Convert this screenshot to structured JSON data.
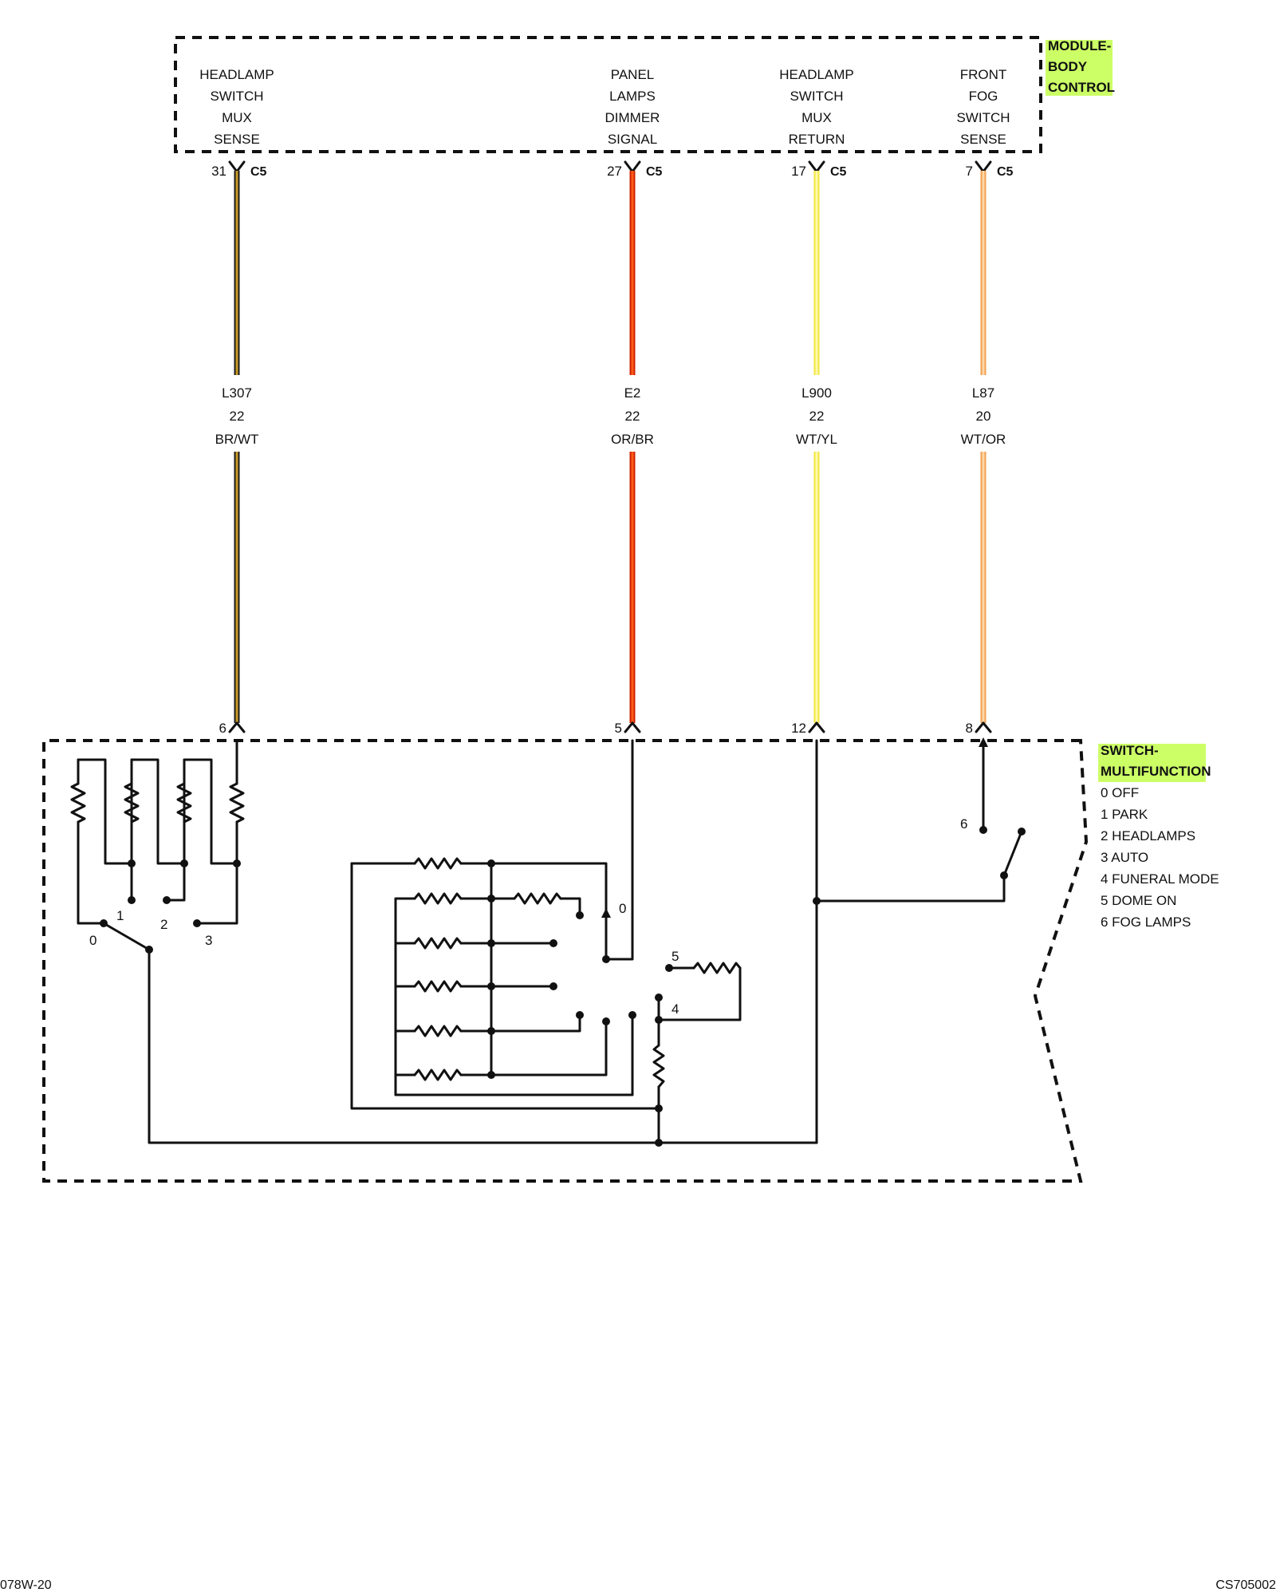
{
  "body_control_module": {
    "title_lines": [
      "MODULE-",
      "BODY",
      "CONTROL"
    ],
    "highlight_color": "#ccff66",
    "pins": [
      {
        "name_lines": [
          "HEADLAMP",
          "SWITCH",
          "MUX",
          "SENSE"
        ],
        "pin": "31",
        "connector": "C5"
      },
      {
        "name_lines": [
          "PANEL",
          "LAMPS",
          "DIMMER",
          "SIGNAL"
        ],
        "pin": "27",
        "connector": "C5"
      },
      {
        "name_lines": [
          "HEADLAMP",
          "SWITCH",
          "MUX",
          "RETURN"
        ],
        "pin": "17",
        "connector": "C5"
      },
      {
        "name_lines": [
          "FRONT",
          "FOG",
          "SWITCH",
          "SENSE"
        ],
        "pin": "7",
        "connector": "C5"
      }
    ]
  },
  "wires": [
    {
      "circuit": "L307",
      "gauge": "22",
      "color_code": "BR/WT",
      "stripe_color": "#1a1a1a",
      "fill_color": "#c89a28"
    },
    {
      "circuit": "E2",
      "gauge": "22",
      "color_code": "OR/BR",
      "stripe_color": "#cc2200",
      "fill_color": "#ff5a1a"
    },
    {
      "circuit": "L900",
      "gauge": "22",
      "color_code": "WT/YL",
      "stripe_color": "#f2e640",
      "fill_color": "#fff9a8"
    },
    {
      "circuit": "L87",
      "gauge": "20",
      "color_code": "WT/OR",
      "stripe_color": "#f2a050",
      "fill_color": "#ffd7a8"
    }
  ],
  "multifunction_switch": {
    "title_lines": [
      "SWITCH-",
      "MULTIFUNCTION"
    ],
    "highlight_color": "#ccff66",
    "pins": [
      "6",
      "5",
      "12",
      "8"
    ],
    "positions": [
      "0 OFF",
      "1 PARK",
      "2 HEADLAMPS",
      "3 AUTO",
      "4 FUNERAL MODE",
      "5 DOME ON",
      "6 FOG LAMPS"
    ],
    "contact_labels": {
      "headlamp_0": "0",
      "headlamp_1": "1",
      "headlamp_2": "2",
      "headlamp_3": "3",
      "dimmer_0": "0",
      "dome_5": "5",
      "funeral_4": "4",
      "fog_6": "6"
    }
  },
  "footer": {
    "left_code": "078W-20",
    "right_code": "CS705002"
  }
}
